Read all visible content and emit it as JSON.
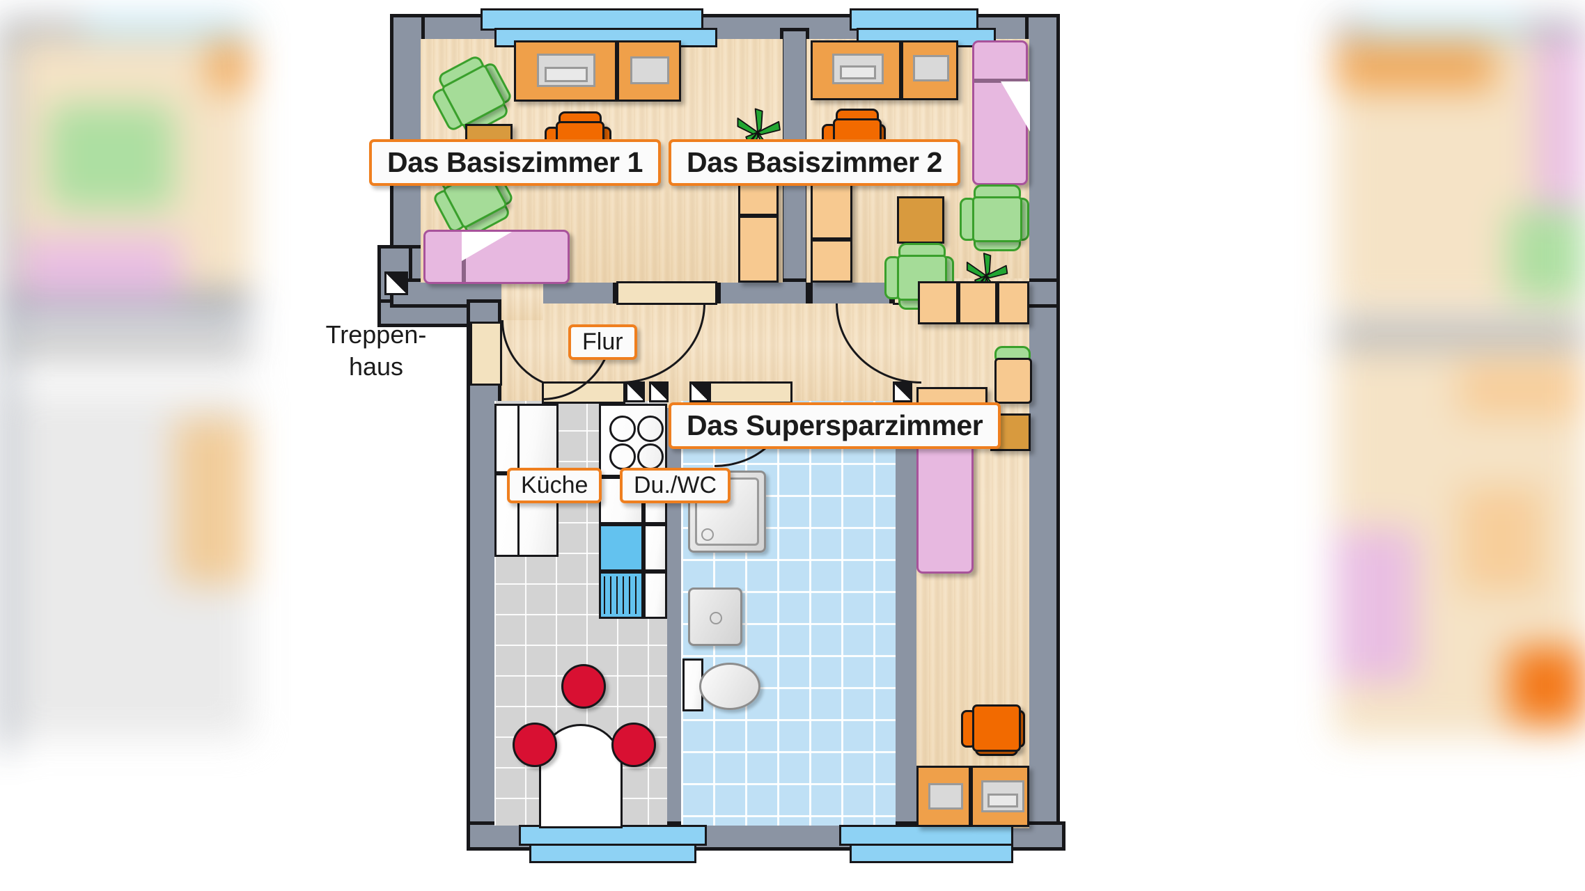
{
  "document": {
    "kind": "floor-plan",
    "language": "de"
  },
  "labels": {
    "room1": "Das Basiszimmer 1",
    "room2": "Das Basiszimmer 2",
    "room3": "Das Supersparzimmer",
    "hall": "Flur",
    "kitchen": "Küche",
    "bath": "Du./WC",
    "stairs_line1": "Treppen-",
    "stairs_line2": "haus"
  },
  "colors": {
    "wall_fill": "#8b94a3",
    "wall_stroke": "#17171a",
    "window": "#8ed2f4",
    "floor_wood": "#f4e0c0",
    "tile_kitchen": "#d3d3d3",
    "tile_bath": "#bfe0f5",
    "label_border": "#ef7f1f",
    "label_bg": "#fbfbfb",
    "furniture_orange": "#efa04a",
    "furniture_light_orange": "#f7c990",
    "furniture_brown": "#d89a3e",
    "bed_pink": "#e7b8e0",
    "armchair_green": "#a5dc98",
    "chair_orange": "#f26a00",
    "chair_red": "#d81032",
    "radiator_blue": "#63c2ef"
  },
  "rooms": [
    {
      "id": "room1",
      "name": "Das Basiszimmer 1",
      "floor": "wood"
    },
    {
      "id": "room2",
      "name": "Das Basiszimmer 2",
      "floor": "wood"
    },
    {
      "id": "room3",
      "name": "Das Supersparzimmer",
      "floor": "wood"
    },
    {
      "id": "hall",
      "name": "Flur",
      "floor": "wood"
    },
    {
      "id": "kitchen",
      "name": "Küche",
      "floor": "tile-gray"
    },
    {
      "id": "bath",
      "name": "Du./WC",
      "floor": "tile-blue"
    },
    {
      "id": "stairs",
      "name": "Treppenhaus",
      "floor": "none"
    }
  ],
  "furniture": {
    "room1": [
      "desk-with-drawer",
      "shelf",
      "office-chair",
      "armchair",
      "armchair",
      "side-table",
      "bed",
      "tall-shelf",
      "tall-shelf",
      "plant"
    ],
    "room2": [
      "desk-with-drawer",
      "shelf",
      "office-chair",
      "bed",
      "tall-shelf",
      "tall-shelf",
      "armchair",
      "armchair",
      "side-table",
      "plant"
    ],
    "room3": [
      "wall-shelf",
      "wall-shelf",
      "wall-shelf",
      "armchair",
      "side-table",
      "cabinet",
      "bed",
      "office-chair",
      "desk-with-drawer",
      "shelf"
    ],
    "kitchen": [
      "cabinet",
      "cabinet",
      "cooktop",
      "sink-counter",
      "radiator",
      "dining-table",
      "chair",
      "chair",
      "chair"
    ],
    "bath": [
      "shower-tray",
      "washbasin",
      "toilet"
    ]
  },
  "fixtures": {
    "windows": 8,
    "vent_shafts": 4,
    "doors": 5
  }
}
